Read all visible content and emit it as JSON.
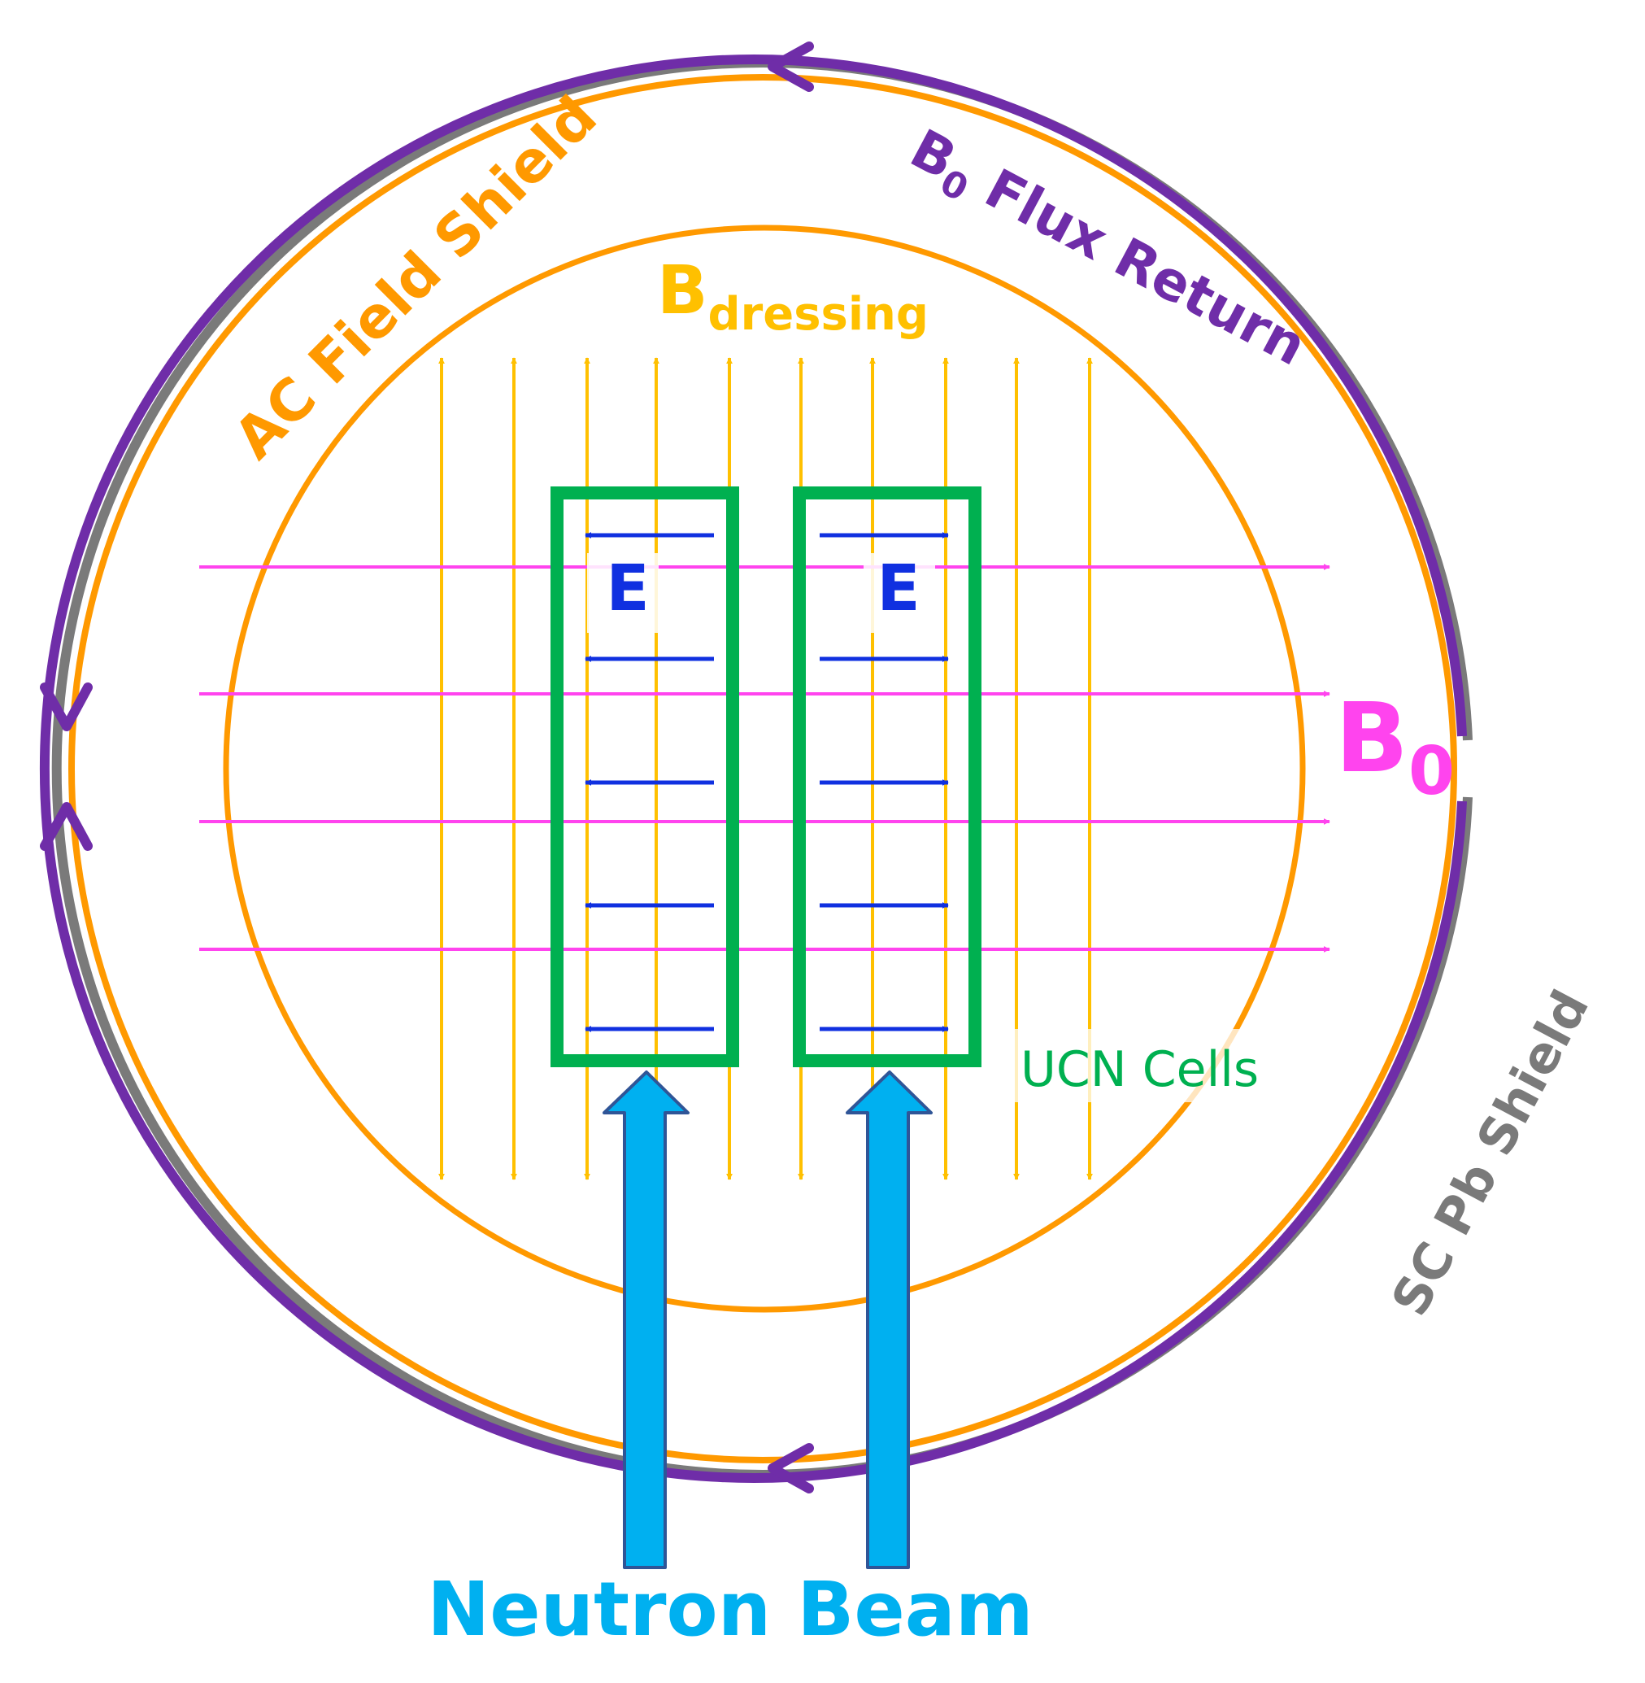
{
  "labels": {
    "ac_field_shield": "AC Field Shield",
    "flux_return_main": "B",
    "flux_return_sub": "0",
    "flux_return_rest": " Flux Return",
    "b_dressing_main": "B",
    "b_dressing_sub": "dressing",
    "b0_main": "B",
    "b0_sub": "0",
    "e_left": "E",
    "e_right": "E",
    "ucn_cells": "UCN Cells",
    "sc_pb_shield": "SC Pb Shield",
    "neutron_beam": "Neutron Beam"
  },
  "colors": {
    "sc_pb_shield": "#7a7a7a",
    "flux_return": "#6f2da8",
    "ac_shield": "#ff9900",
    "b_dressing": "#ffc000",
    "b0": "#ff44ee",
    "e_field": "#1030e0",
    "ucn_cell": "#00b050",
    "neutron_beam": "#00b0f0",
    "beam_outline": "#2f5597"
  }
}
